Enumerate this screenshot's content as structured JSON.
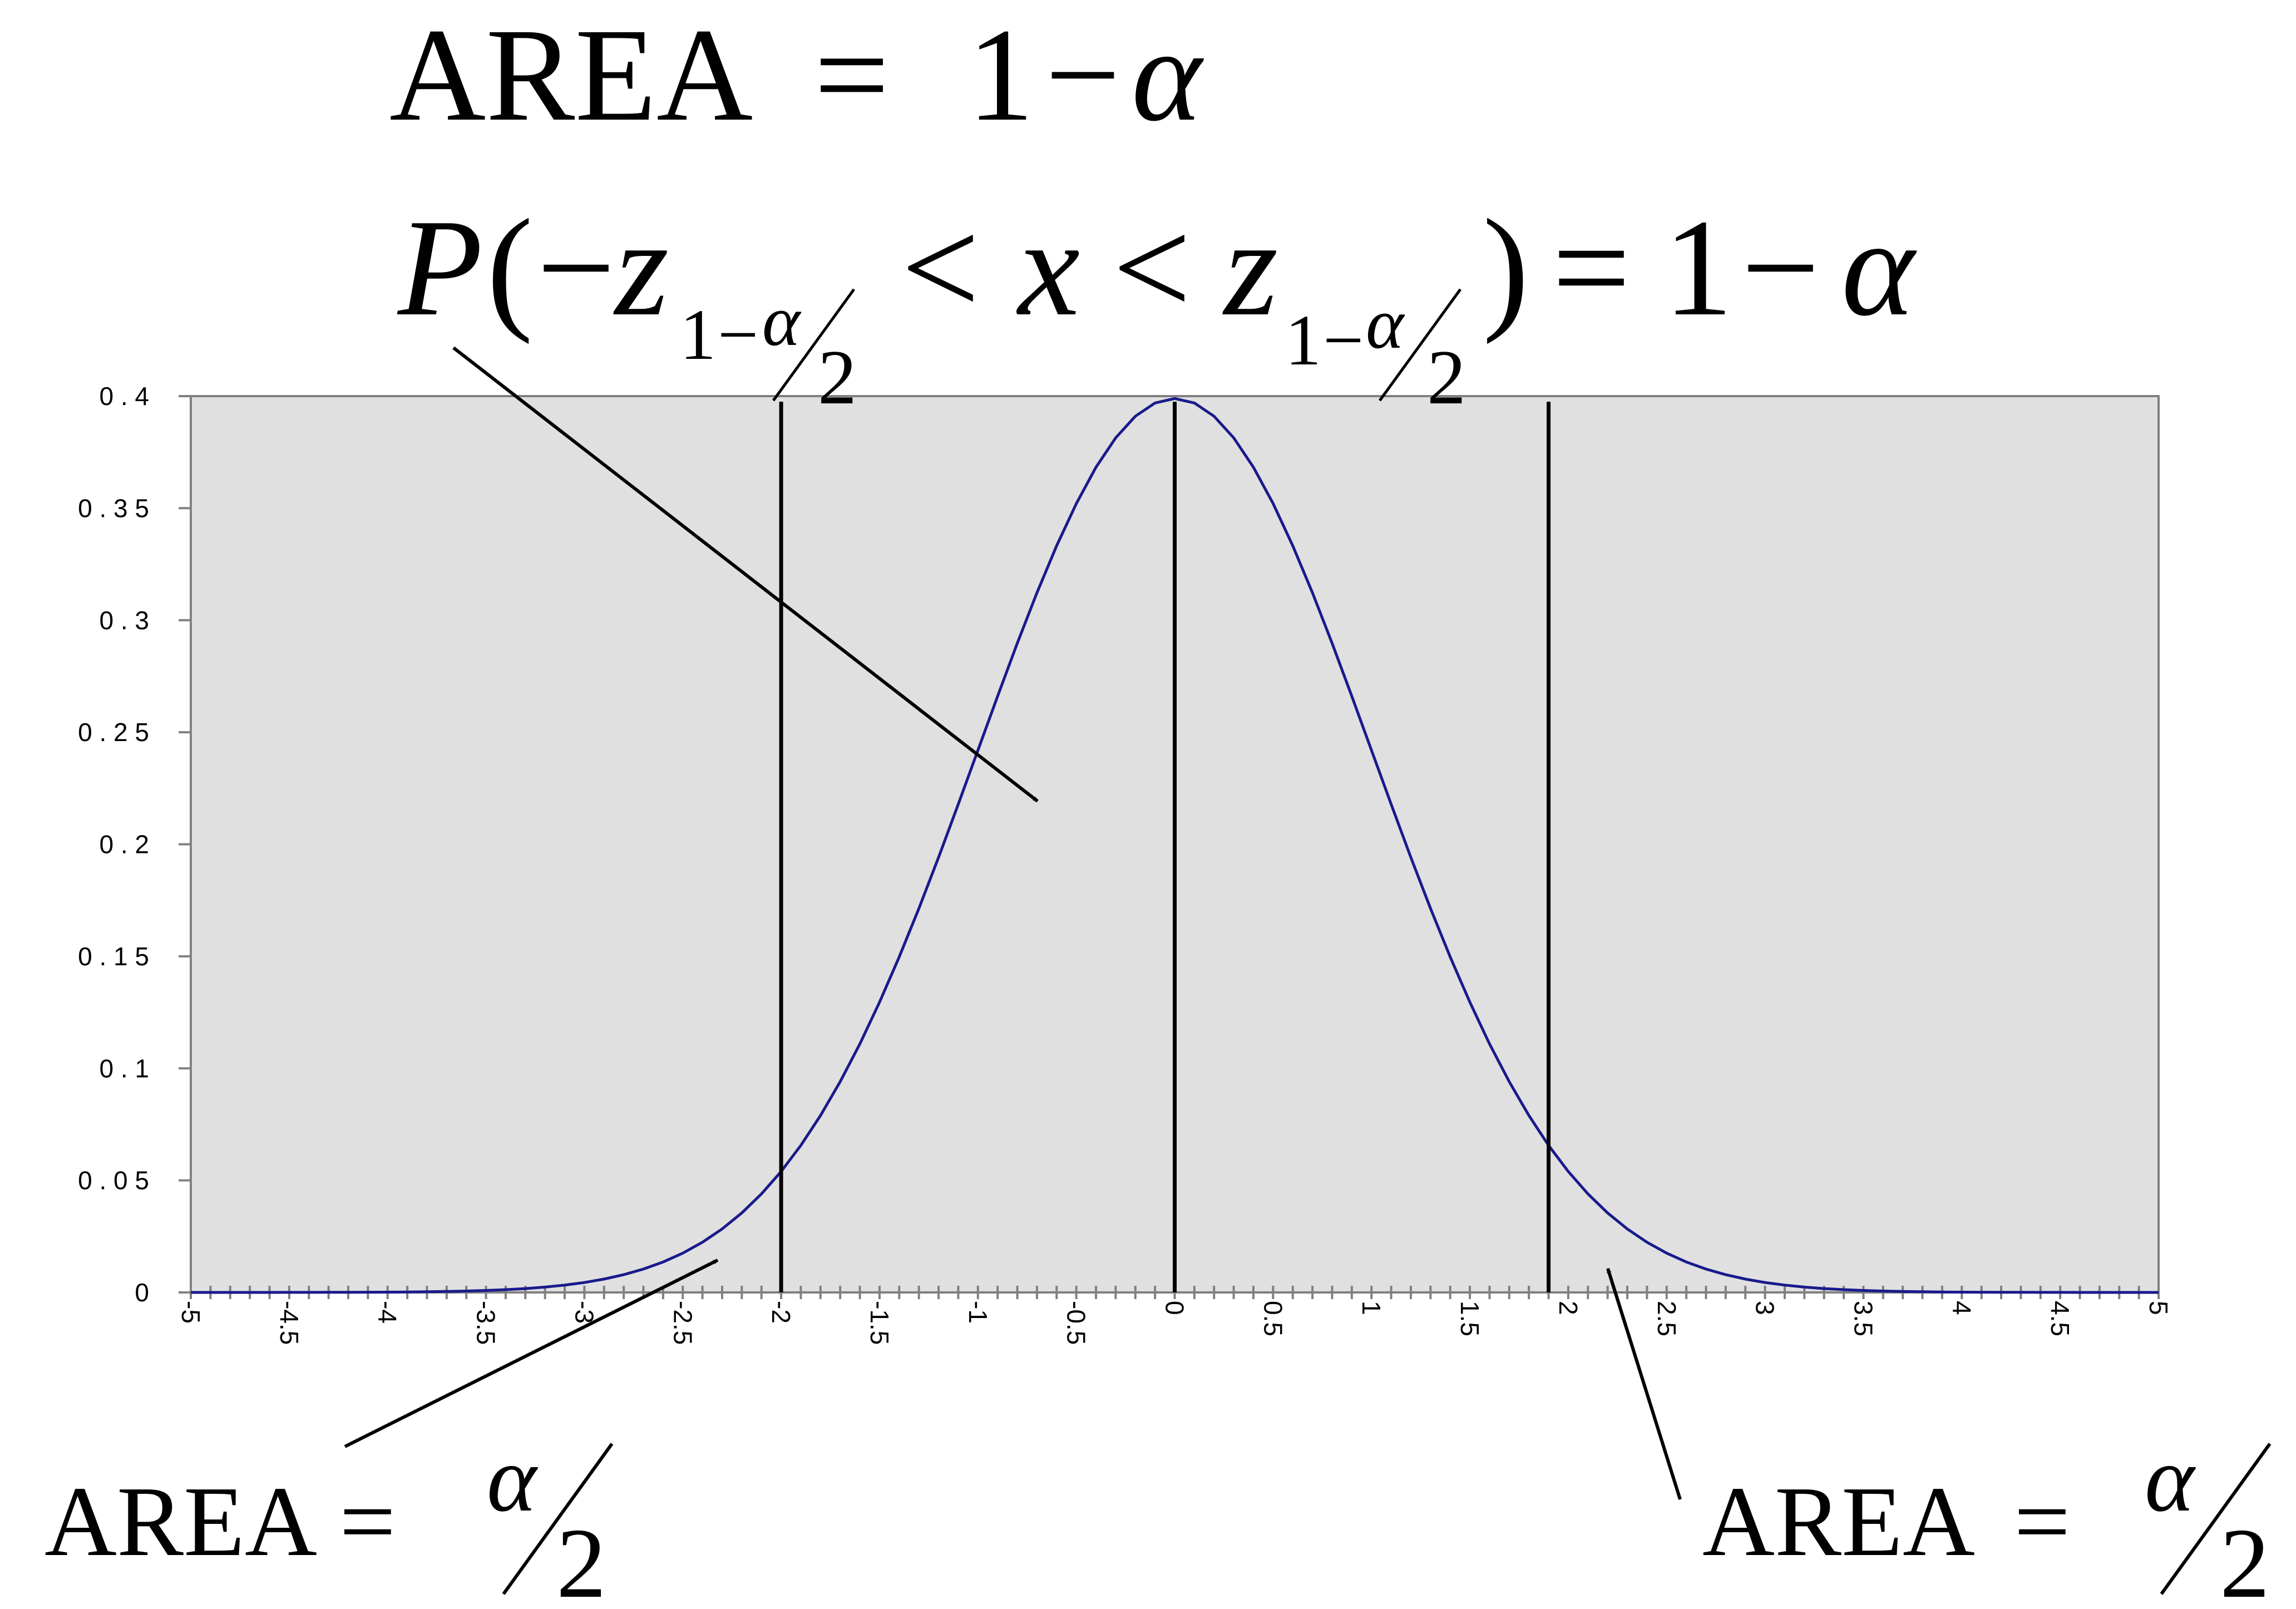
{
  "annotations": {
    "top_area": {
      "word": "AREA",
      "eq": "=",
      "one": "1",
      "minus": "−",
      "alpha": "α"
    },
    "probability": {
      "P": "P",
      "open": "(",
      "neg": "−",
      "z": "z",
      "sub_one": "1",
      "sub_minus": "−",
      "sub_alpha": "α",
      "sub_two": "2",
      "lt1": "<",
      "x": "x",
      "lt2": "<",
      "close": ")",
      "eq": "=",
      "one": "1",
      "minus": "−",
      "alpha": "α"
    },
    "left_area": {
      "word": "AREA",
      "eq": "=",
      "alpha": "α",
      "two": "2"
    },
    "right_area": {
      "word": "AREA",
      "eq": "=",
      "alpha": "α",
      "two": "2"
    }
  },
  "chart_data": {
    "type": "line",
    "series": [
      {
        "function": "standard_normal_pdf",
        "x_start": -5,
        "x_end": 5,
        "x_step": 0.1
      }
    ],
    "xlim": [
      -5,
      5
    ],
    "ylim": [
      0,
      0.4
    ],
    "x_ticks": [
      "-5",
      "-4.5",
      "-4",
      "-3.5",
      "-3",
      "-2.5",
      "-2",
      "-1.5",
      "-1",
      "-0.5",
      "0",
      "0.5",
      "1",
      "1.5",
      "2",
      "2.5",
      "3",
      "3.5",
      "4",
      "4.5",
      "5"
    ],
    "y_ticks": [
      "0",
      "0.05",
      "0.1",
      "0.15",
      "0.2",
      "0.25",
      "0.3",
      "0.35",
      "0.4"
    ],
    "vertical_lines_x": [
      -2,
      0,
      1.9
    ],
    "grid": false,
    "legend": "none",
    "colors": {
      "plot_background": "#e0e0e0",
      "curve": "#1a1a8c",
      "lines": "#000000",
      "axes": "#808080"
    }
  }
}
